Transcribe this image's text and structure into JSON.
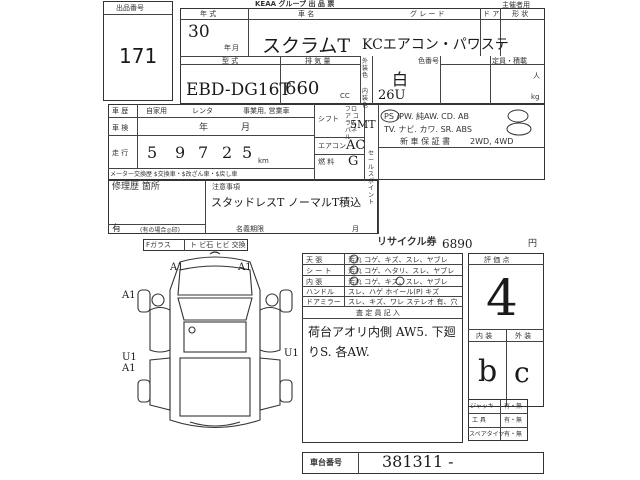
{
  "sheet": {
    "lot_label": "出品番号",
    "lot_number": "171",
    "header_brand": "KEAA グループ 出 品 票",
    "organizer_label": "主催者用"
  },
  "model_block": {
    "year_label": "年 式",
    "car_name_label": "車 名",
    "grade_label": "グ レ ー ド",
    "door_label": "ド ア",
    "shape_label": "形 状",
    "type_label": "型 式",
    "displacement_label": "排 気 量",
    "exterior_label": "外 装 色",
    "color_no_label": "色番号",
    "fixed_label": "定員・積載",
    "year_value": "30",
    "year_unit": "年",
    "month_unit": "月",
    "car_name_value": "スクラムT",
    "grade_value": "KCエアコン・パワステ",
    "type_value": "EBD-DG16T",
    "cc_value": "660",
    "cc_unit": "CC",
    "color_value": "白",
    "color_code": "26U",
    "seating_unit": "人",
    "kg_unit": "kg",
    "interior_label": "内 装 色"
  },
  "reg_block": {
    "inspection_label": "車 歴",
    "owner_label": "自家用",
    "rental_label": "レンタ",
    "business_label": "事業用, 営業車",
    "vehicle_inspection_label": "車 検",
    "year_unit": "年",
    "month_unit": "月",
    "mileage_label": "走 行",
    "mileage_digits": [
      "5",
      "9",
      "7",
      "2",
      "5"
    ],
    "mileage_unit": "km",
    "meter_note": "メーター交換歴 $交換車・$改ざん車・$戻し車",
    "shift_label": "シフト",
    "shift_options": "フロア コラム パネル",
    "shift_value": "5MT",
    "ac_label": "エアコン",
    "ac_value": "AC",
    "fuel_label": "燃 料",
    "fuel_value": "G",
    "sales_point_label": "セールスポイント"
  },
  "equipment": {
    "items": "PS /PW. 純AW. CD. AB",
    "items2": "TV. ナビ. カワ. SR. ABS",
    "warranty_label": "新 車 保 証 書",
    "warranty_options": "2WD, 4WD"
  },
  "repair": {
    "repair_label": "修理歴 箇所",
    "notes_label": "注意事項",
    "notes_value": "スタッドレスT ノーマルT積込",
    "has_label": "有",
    "has_note": "(有の場合◎印)",
    "name_change_label": "名義期限",
    "name_change_unit": "月"
  },
  "glass": {
    "label": "Fガラス",
    "value": "ト ビ石 ヒビ 交換",
    "recycle_label": "リサイクル券",
    "recycle_value": "6890",
    "recycle_unit": "円"
  },
  "condition": {
    "rows": [
      {
        "label": "天 張",
        "value": "汚れ コゲ、キズ、スレ、ヤブレ"
      },
      {
        "label": "シ ー ト",
        "value": "汚れ コゲ、ヘタリ、スレ、ヤブレ"
      },
      {
        "label": "内 張",
        "value": "汚れ コゲ、キズ、スレ、ヤブレ"
      },
      {
        "label": "ハンドル",
        "value": "スレ、ハゲ ホイール(P) キズ"
      },
      {
        "label": "ドアミラー",
        "value": "スレ、キズ、ワレ ステレオ 有、穴"
      }
    ],
    "inspector_label": "査 定 員 記 入",
    "inspector_notes": "荷台アオリ内側 AW5. 下廻りS. 各AW."
  },
  "evaluation": {
    "label": "評 価 点",
    "score": "4",
    "interior_label": "内 装",
    "exterior_label": "外 装",
    "interior_grade": "b",
    "exterior_grade": "c",
    "jack_label": "ジャッキ",
    "jack_value": "有・無",
    "tool_label": "工 具",
    "tool_value": "有・無",
    "spare_label": "スペアタイヤ",
    "spare_value": "有・無"
  },
  "chassis": {
    "label": "車台番号",
    "value": "381311 -"
  },
  "diagram_marks": {
    "top_left": "A1",
    "top_center": "A1",
    "side_left": "A1",
    "right": "U1",
    "left_lower": "U1 A1"
  }
}
